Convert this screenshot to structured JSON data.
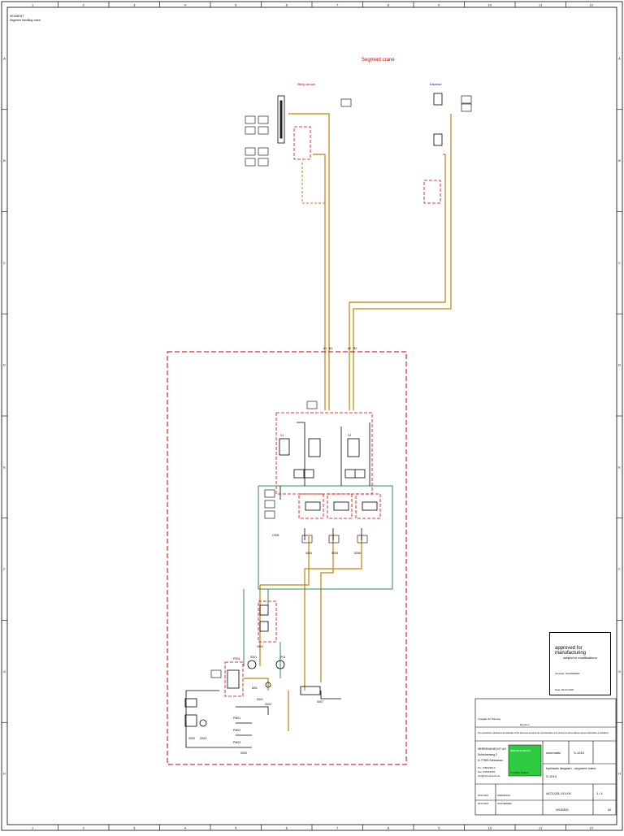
{
  "header": {
    "line1": "SEGMENT",
    "line2": "Segment handling crane"
  },
  "diagram": {
    "title": "Segment crane",
    "section_lifting": "lifting device",
    "section_traverse": "traverse",
    "node_labels": {
      "a1": "A1",
      "b1": "B1",
      "a2": "A2",
      "b2": "B2",
      "v1": "V1",
      "v2": "V2",
      "cs01": "CS01",
      "v801": "V801",
      "m01": "M01",
      "p01": "P01",
      "s001": "S001",
      "s002": "S002",
      "s003": "S003",
      "s004": "S004",
      "s005": "S005",
      "s006": "S006",
      "s007": "S007",
      "ps01": "PS01",
      "pm01": "PM01",
      "pm02": "PM02",
      "pm03": "PM03",
      "z001": "Z001",
      "z002": "Z002",
      "z003": "Z003"
    },
    "colors": {
      "pressure": "#b8860b",
      "tank": "#2e8b57",
      "pilot": "#000000",
      "boundary": "#cc0000",
      "lifting_label": "#cc0000",
      "traverse_label": "#0000cc"
    }
  },
  "approval": {
    "line1": "approved for manufacturing",
    "line2": "subject to modifications",
    "checked": "checked: SCHNEIDER",
    "date": "Date: 09.04.2018"
  },
  "titleblock": {
    "company_name": "HERRENKNECHT AG",
    "address1": "Schlehenweg 2",
    "address2": "D-77963 Schwanau",
    "phone": "Tel.: 07824/302-0",
    "fax": "Fax: 07824/3403",
    "email": "info@herrenknecht.de",
    "logo_text": "HERRENKNECHT",
    "logo_sub": "Tunnelling Systems",
    "type_label": "schematic",
    "project": "S-1014",
    "name_line1": "hydraulic diagram - segment crane",
    "name_line2": "S-1014",
    "drawing_no": "4673-001-013-00",
    "page": "1 / 1",
    "order_no": "40183533",
    "rev": "A0",
    "released_for": "Freigabe für Planung",
    "revision_label": "Revision",
    "created_by": "WEIDE/DAY",
    "checked_by": "SCHNEIDER",
    "created_date": "05.04.2018",
    "checked_date": "09.04.2018",
    "disclaimer": "The reproduction, distribution and utilization of this document as well as the communication of its contents to others without express authorization is prohibited."
  },
  "frame": {
    "col_numbers": [
      "1",
      "2",
      "3",
      "4",
      "5",
      "6",
      "7",
      "8",
      "9",
      "10",
      "11",
      "12"
    ],
    "row_letters": [
      "A",
      "B",
      "C",
      "D",
      "E",
      "F",
      "G",
      "H"
    ]
  }
}
